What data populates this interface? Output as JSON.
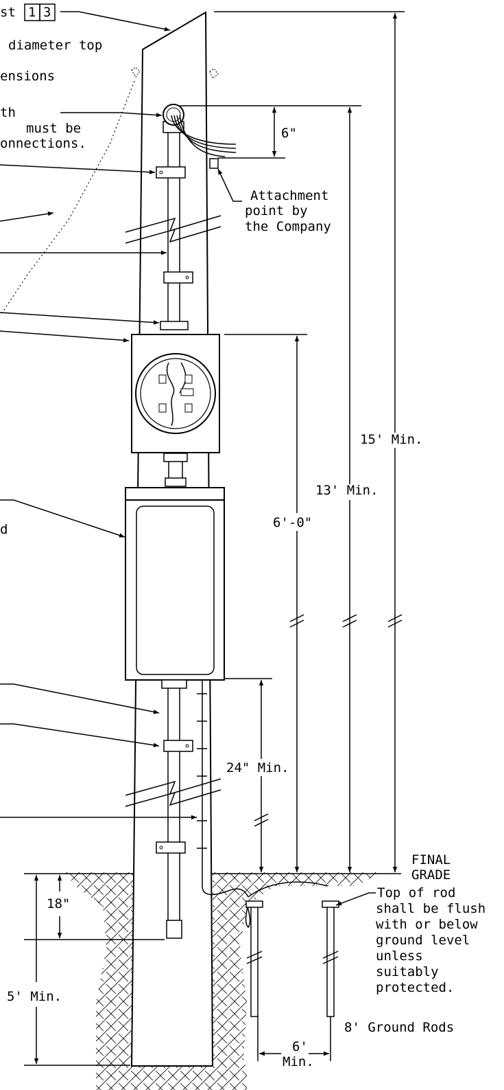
{
  "labels": {
    "post_ref_prefix": "st",
    "post_ref_box1": "1",
    "post_ref_box2": "3",
    "diameter_top": "diameter top",
    "dimensions_partial": "ensions",
    "weatherhead_note_l1": "th",
    "weatherhead_note_l2": "must be",
    "weatherhead_note_l3": "onnections.",
    "attachment_l1": "Attachment",
    "attachment_l2": "point by",
    "attachment_l3": "the Company",
    "dim_6in": "6\"",
    "dim_15ft": "15' Min.",
    "dim_13ft": "13' Min.",
    "dim_6ft": "6'-0\"",
    "enclosure_partial": "d",
    "dim_24in": "24\" Min.",
    "dim_18in": "18\"",
    "final_grade_l1": "FINAL",
    "final_grade_l2": "GRADE",
    "rod_note_l1": "Top of rod",
    "rod_note_l2": "shall be flush",
    "rod_note_l3": "with or below",
    "rod_note_l4": "ground level",
    "rod_note_l5": "unless",
    "rod_note_l6": "suitably",
    "rod_note_l7": "protected.",
    "dim_5ft": "5' Min.",
    "ground_rods": "8' Ground Rods",
    "rod_spacing_l1": "6'",
    "rod_spacing_l2": "Min."
  }
}
